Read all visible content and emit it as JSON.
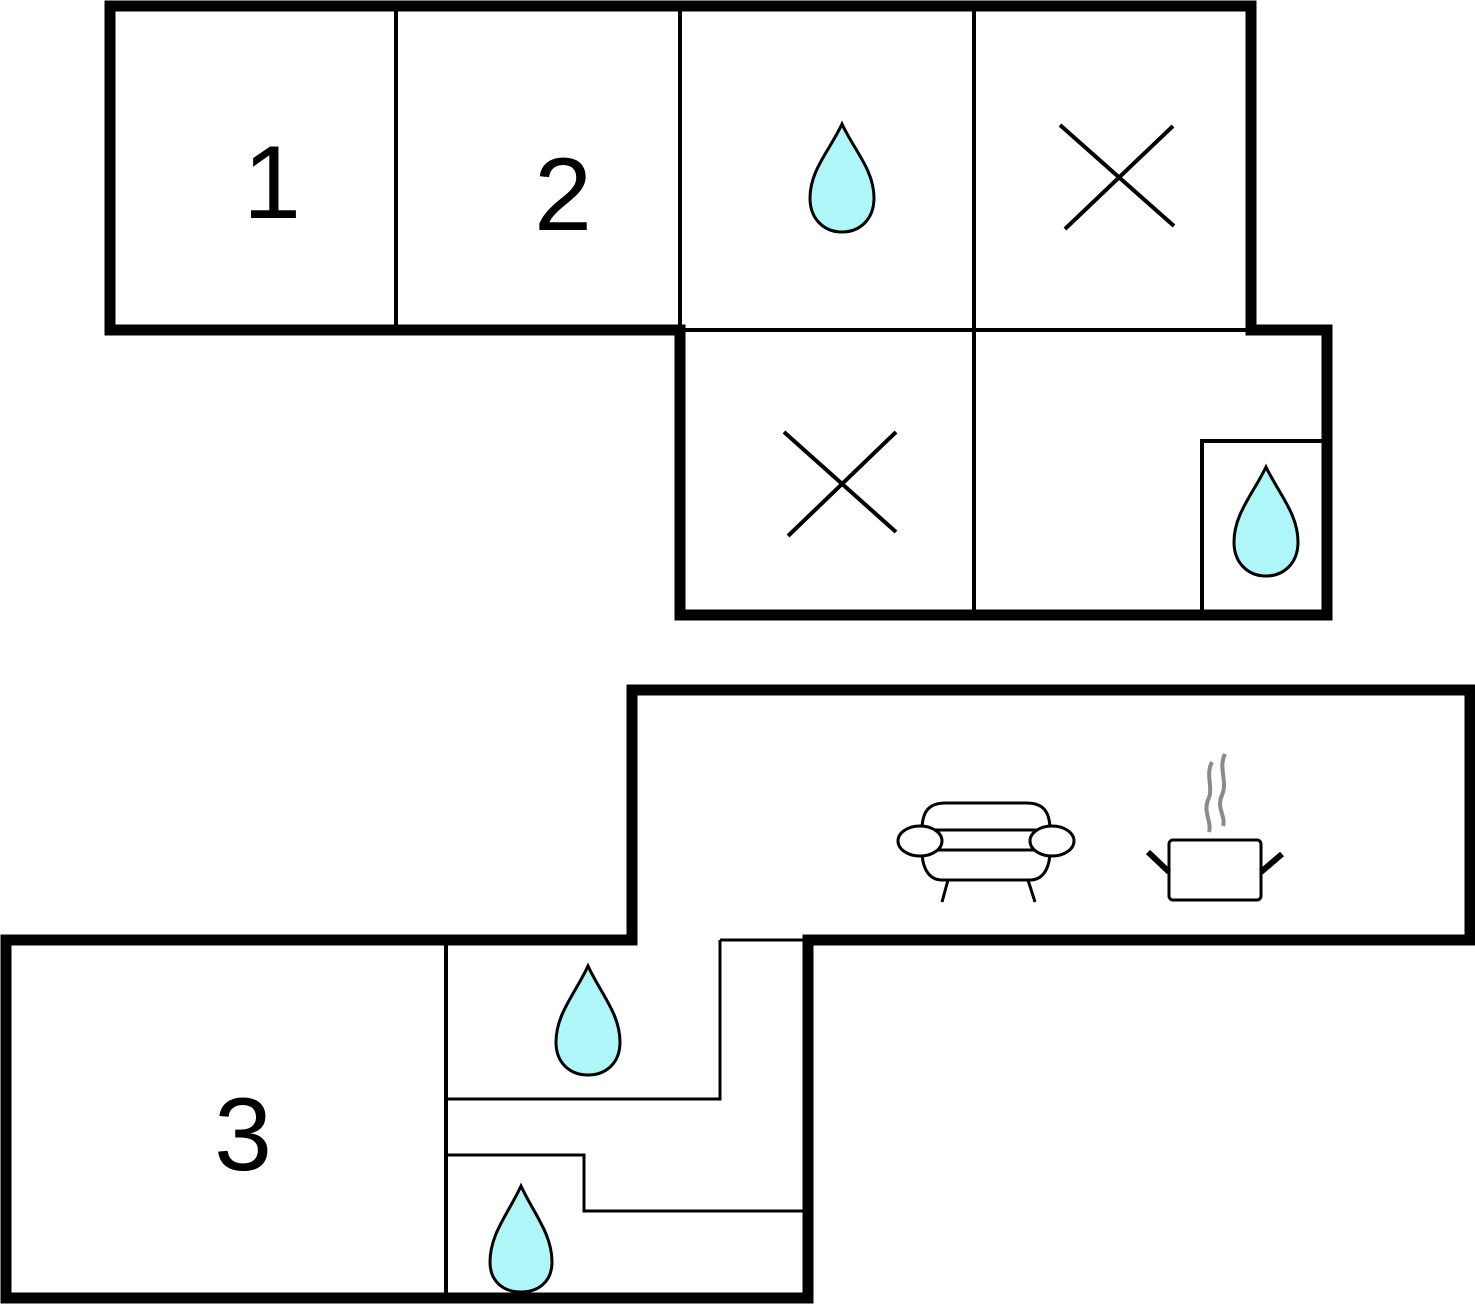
{
  "floorplan": {
    "rooms": [
      {
        "id": "bedroom-1",
        "label": "1"
      },
      {
        "id": "bedroom-2",
        "label": "2"
      },
      {
        "id": "bedroom-3",
        "label": "3"
      }
    ],
    "icons": {
      "bathroom": "water-drop-icon",
      "storage": "cross-icon",
      "living": "armchair-icon",
      "kitchen": "cooking-pot-icon"
    },
    "colors": {
      "wall": "#000000",
      "water_drop": "#aef6f8",
      "steam": "#8a8a8a",
      "background": "#ffffff"
    }
  }
}
